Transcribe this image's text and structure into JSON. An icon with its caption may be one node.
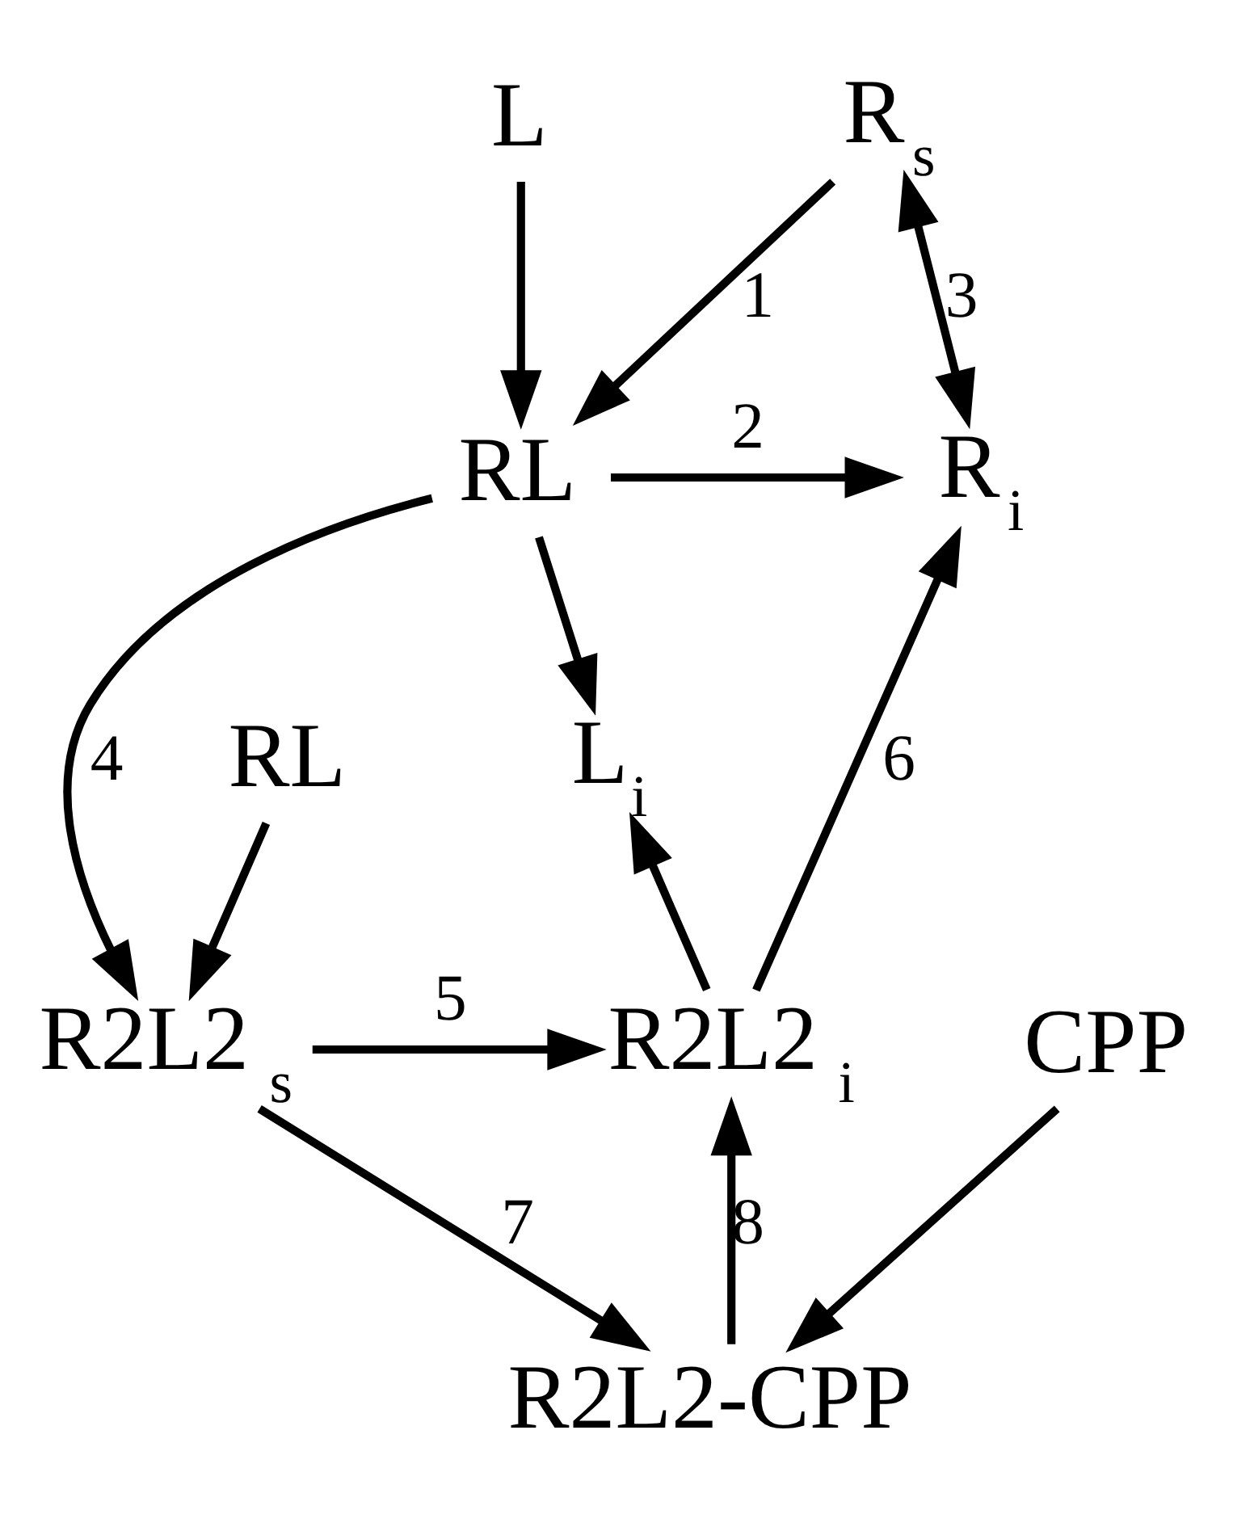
{
  "diagram": {
    "nodes": [
      {
        "text": [
          "R$_{s}$"
        ]
      },
      {
        "text": [
          "L"
        ]
      },
      {
        "text": [
          "RL"
        ]
      },
      {
        "text": [
          "R$_{i}$"
        ]
      },
      {
        "text": [
          "L$_{i}$"
        ]
      },
      {
        "text": [
          "RL"
        ]
      },
      {
        "text": [
          "R2L2$_{s}$"
        ]
      },
      {
        "text": [
          "R2L2$_{i}$"
        ]
      },
      {
        "text": [
          "CPP"
        ]
      },
      {
        "text": [
          "R2L2-CPP"
        ]
      }
    ],
    "edges": [
      {
        "from": 0,
        "to": 2,
        "arrow": "to",
        "label": "1"
      },
      {
        "from": 1,
        "to": 2,
        "arrow": "to"
      },
      {
        "from": 2,
        "to": 3,
        "arrow": "to",
        "label": "2"
      },
      {
        "from": 2,
        "to": 4,
        "arrow": "to"
      },
      {
        "from": 0,
        "to": 3,
        "arrow": "both",
        "label": "3"
      },
      {
        "from": 2,
        "to": 6,
        "arrow": "to",
        "label": "4"
      },
      {
        "from": 5,
        "to": 6,
        "arrow": "to"
      },
      {
        "from": 6,
        "to": 7,
        "arrow": "to",
        "label": "5"
      },
      {
        "from": 7,
        "to": 3,
        "arrow": "to",
        "label": "6"
      },
      {
        "from": 7,
        "to": 4,
        "arrow": "to"
      },
      {
        "from": 6,
        "to": 9,
        "arrow": "to",
        "label": "7"
      },
      {
        "from": 8,
        "to": 9,
        "arrow": "to"
      },
      {
        "from": 9,
        "to": 7,
        "arrow": "to",
        "label": "8"
      }
    ]
  }
}
